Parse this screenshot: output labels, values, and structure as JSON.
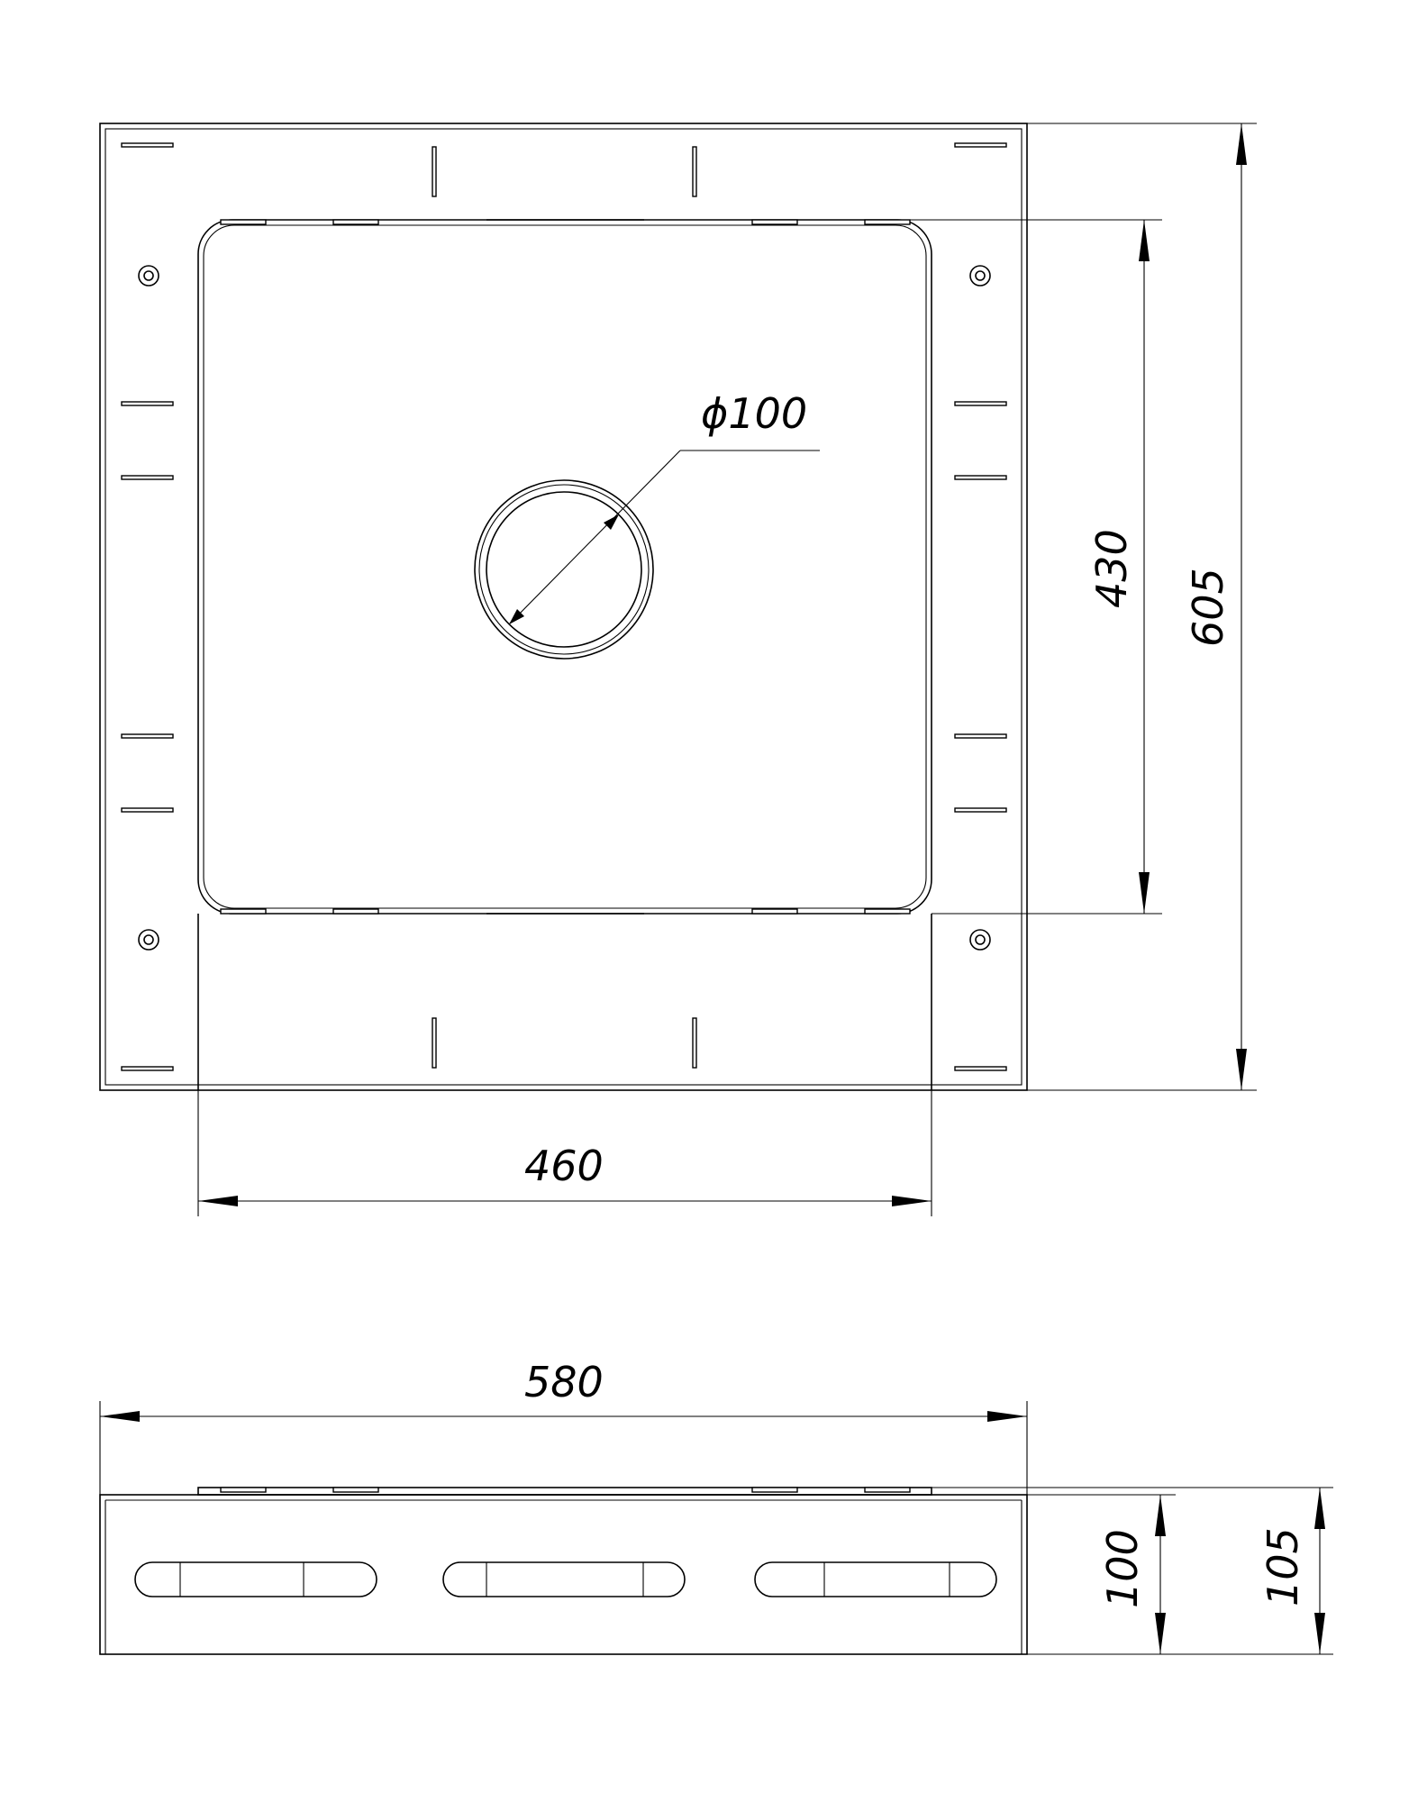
{
  "drawing": {
    "plan_view": {
      "diameter_label": "ϕ100",
      "dim_inner_width": "460",
      "dim_inner_height": "430",
      "dim_outer_height": "605"
    },
    "side_view": {
      "dim_overall_width": "580",
      "dim_height_100": "100",
      "dim_height_105": "105"
    }
  }
}
